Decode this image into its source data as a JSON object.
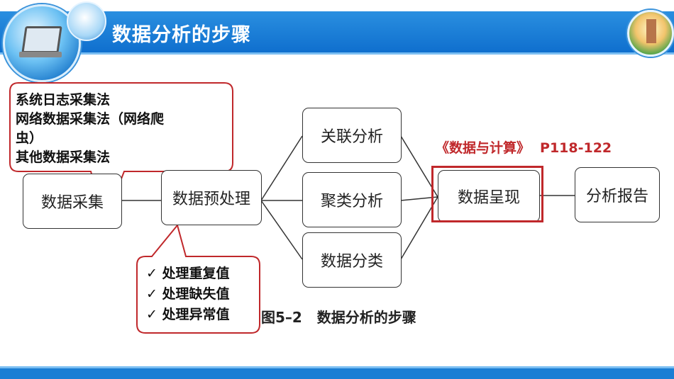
{
  "slide": {
    "title": "数据分析的步骤"
  },
  "diagram": {
    "nodes": {
      "collect": "数据采集",
      "preprocess": "数据预处理",
      "association": "关联分析",
      "clustering": "聚类分析",
      "classification": "数据分类",
      "presentation": "数据呈现",
      "report": "分析报告"
    },
    "caption": "图5–2 数据分析的步骤"
  },
  "callouts": {
    "collection_methods": [
      "系统日志采集法",
      "网络数据采集法（网络爬",
      "虫）",
      "其他数据采集法"
    ],
    "preprocess_tasks": {
      "check_mark": "✓",
      "items": [
        "处理重复值",
        "处理缺失值",
        "处理异常值"
      ]
    },
    "reference": {
      "book": "《数据与计算》",
      "pages": "P118-122"
    }
  },
  "colors": {
    "header_blue": "#1a7fd6",
    "callout_red": "#c0282b"
  }
}
